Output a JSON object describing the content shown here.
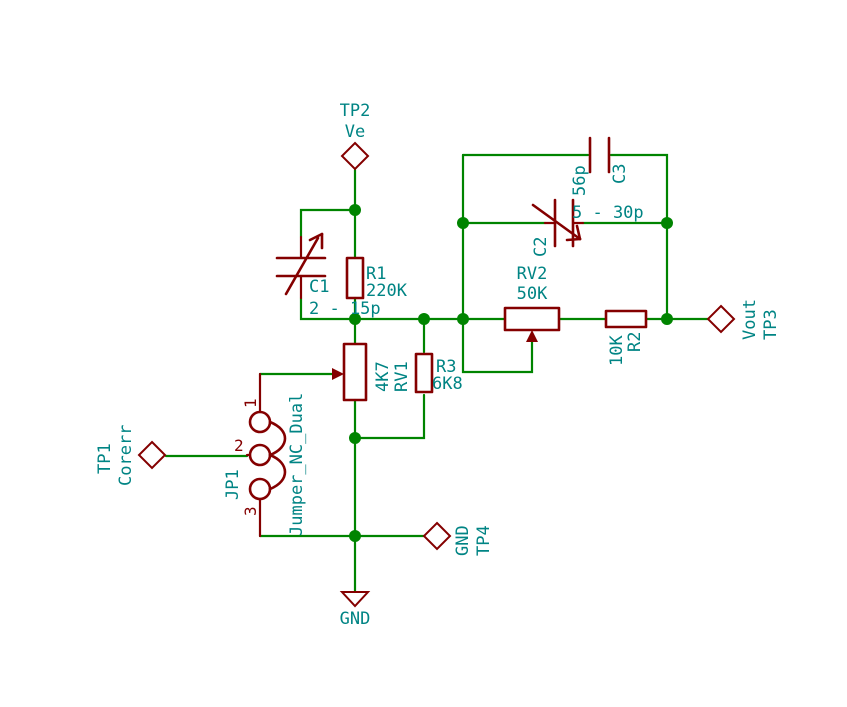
{
  "diagram": {
    "colors": {
      "wire": "#008400",
      "component": "#840000",
      "text": "#008484",
      "pin_number": "#840000",
      "background": "#ffffff"
    },
    "test_points": {
      "tp1": {
        "ref": "TP1",
        "value": "Corerr"
      },
      "tp2": {
        "ref": "TP2",
        "value": "Ve"
      },
      "tp3": {
        "ref": "TP3",
        "value": "Vout"
      },
      "tp4": {
        "ref": "TP4",
        "value": "GND"
      }
    },
    "capacitors": {
      "c1": {
        "ref": "C1",
        "value": "2 - 15p"
      },
      "c2": {
        "ref": "C2",
        "value": "5 - 30p"
      },
      "c3": {
        "ref": "C3",
        "value": "56p"
      }
    },
    "resistors": {
      "r1": {
        "ref": "R1",
        "value": "220K"
      },
      "r2": {
        "ref": "R2",
        "value": "10K"
      },
      "r3": {
        "ref": "R3",
        "value": "6K8"
      }
    },
    "potentiometers": {
      "rv1": {
        "ref": "RV1",
        "value": "4K7"
      },
      "rv2": {
        "ref": "RV2",
        "value": "50K"
      }
    },
    "jumper": {
      "ref": "JP1",
      "value": "Jumper_NC_Dual",
      "pins": [
        "1",
        "2",
        "3"
      ]
    },
    "ground": {
      "label": "GND"
    }
  }
}
